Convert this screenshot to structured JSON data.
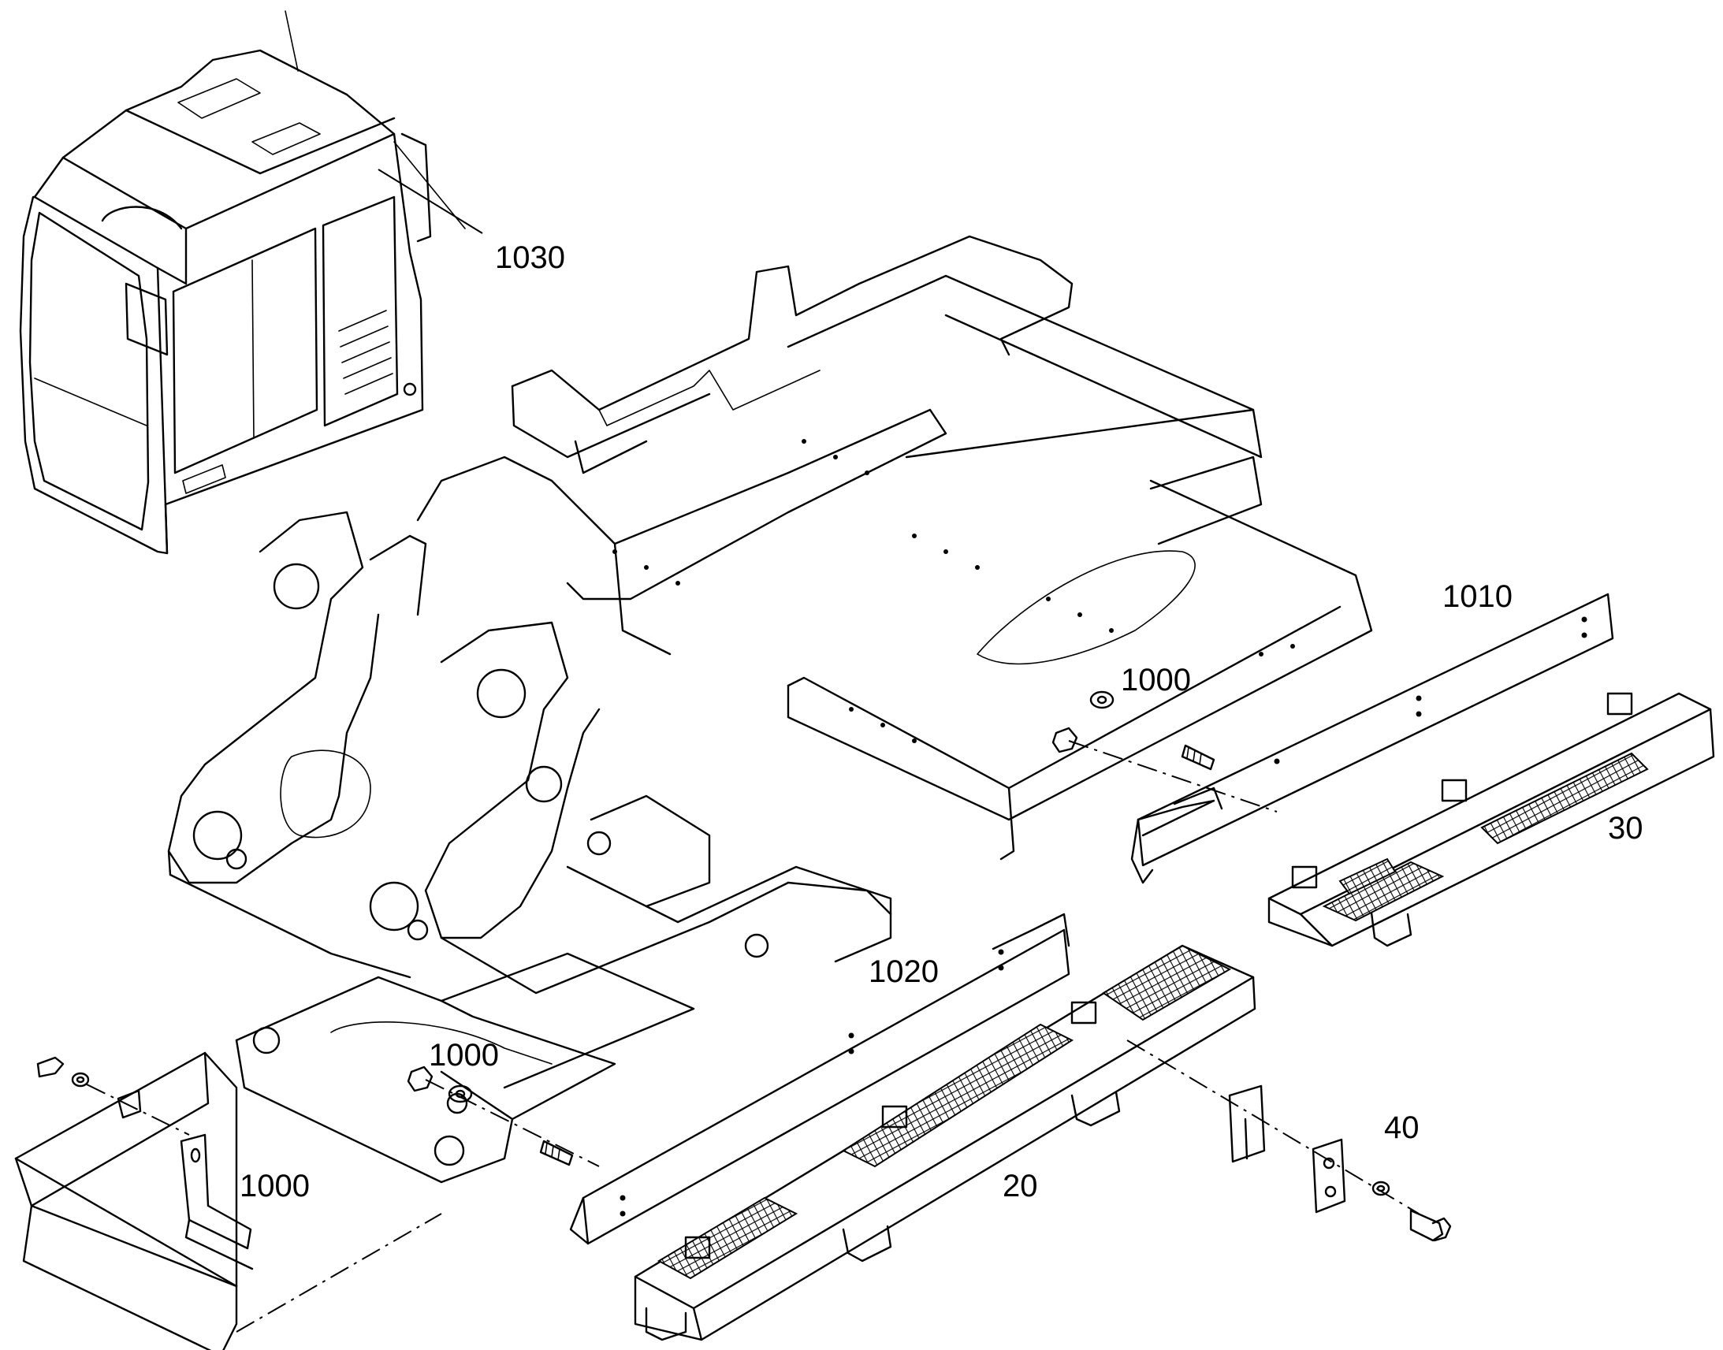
{
  "callouts": {
    "cab": "1030",
    "rail_right": "1010",
    "fastener_upper": "1000",
    "step_right": "30",
    "rail_left": "1020",
    "fastener_lower": "1000",
    "bracket_left": "1000",
    "step_left": "20",
    "fastener_set": "40"
  }
}
